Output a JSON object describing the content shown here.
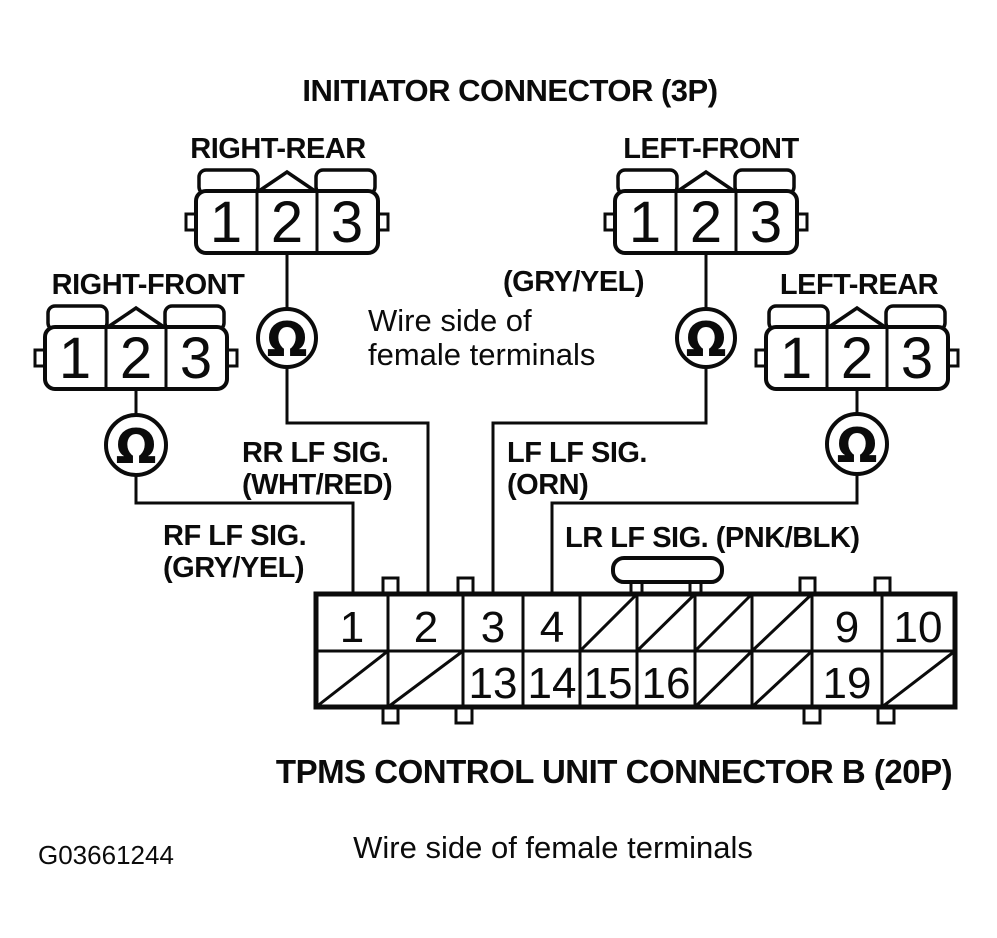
{
  "title": "INITIATOR CONNECTOR (3P)",
  "figure_number": "G03661244",
  "symbols": {
    "omega": "Ω"
  },
  "initiator_connectors": [
    {
      "name": "RIGHT-REAR",
      "pins": [
        "1",
        "2",
        "3"
      ]
    },
    {
      "name": "LEFT-FRONT",
      "pins": [
        "1",
        "2",
        "3"
      ]
    },
    {
      "name": "RIGHT-FRONT",
      "pins": [
        "1",
        "2",
        "3"
      ]
    },
    {
      "name": "LEFT-REAR",
      "pins": [
        "1",
        "2",
        "3"
      ]
    }
  ],
  "notes": {
    "initiator_wire_side": {
      "line1": "Wire side of",
      "line2": "female terminals"
    },
    "control_unit_wire_side": "Wire side of female terminals"
  },
  "wire_labels": {
    "left_front_color": "(GRY/YEL)",
    "rr": {
      "line1": "RR LF SIG.",
      "line2": "(WHT/RED)"
    },
    "lf": {
      "line1": "LF LF SIG.",
      "line2": "(ORN)"
    },
    "rf": {
      "line1": "RF LF SIG.",
      "line2": "(GRY/YEL)"
    },
    "lr": "LR LF SIG. (PNK/BLK)"
  },
  "control_unit": {
    "name": "TPMS CONTROL UNIT CONNECTOR B (20P)",
    "top_row": [
      "1",
      "2",
      "3",
      "4",
      "/",
      "/",
      "/",
      "/",
      "9",
      "10"
    ],
    "bottom_row": [
      "/",
      "/",
      "13",
      "14",
      "15",
      "16",
      "/",
      "/",
      "19",
      "/"
    ]
  }
}
